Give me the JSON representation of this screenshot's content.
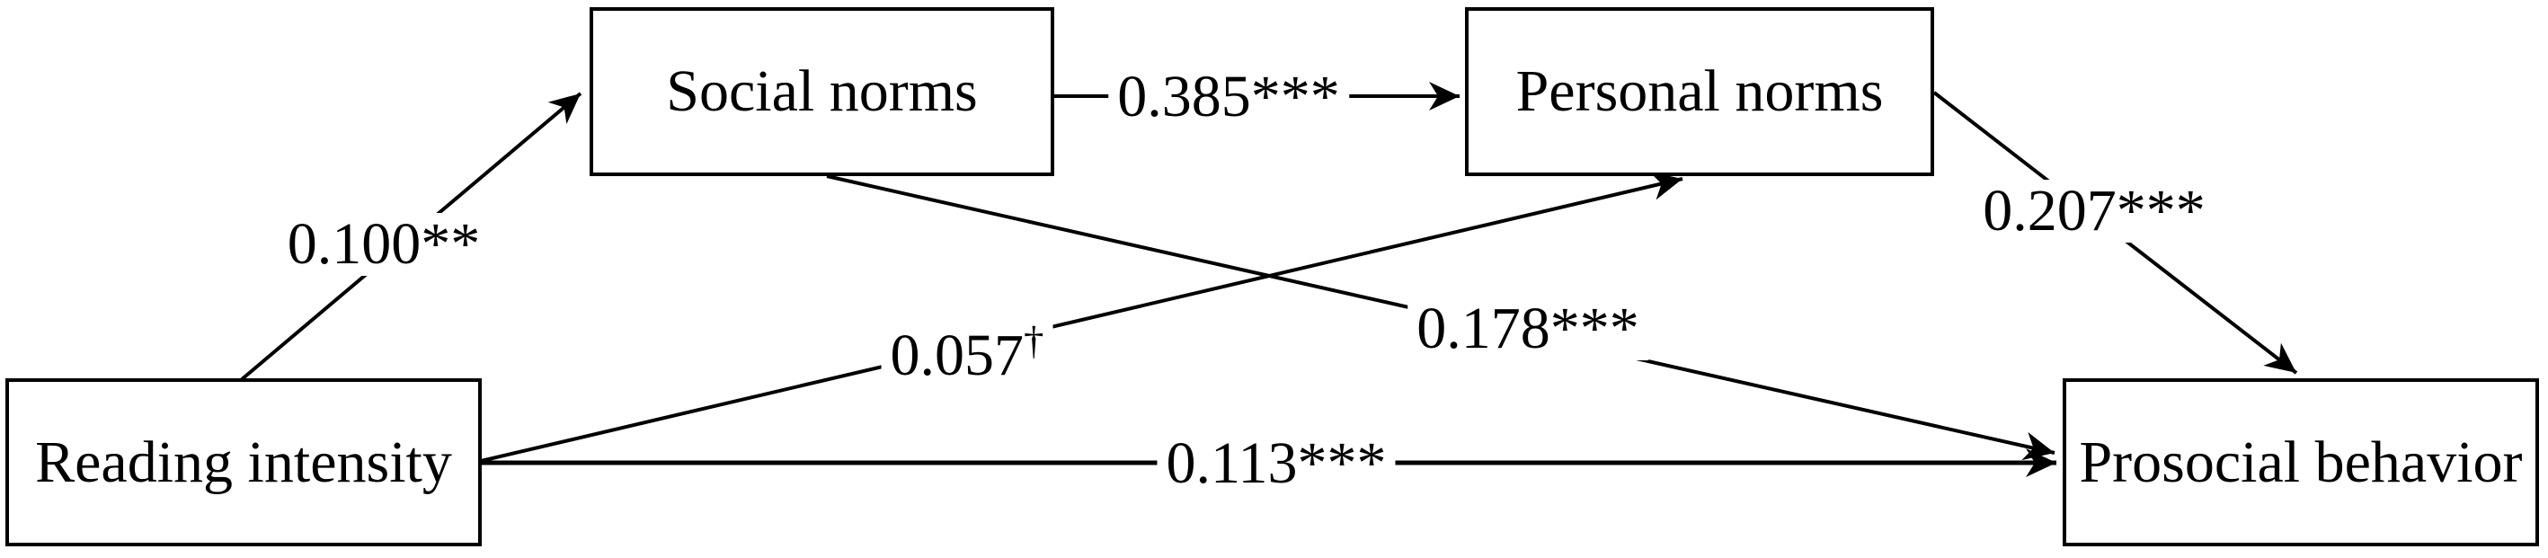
{
  "diagram": {
    "type": "path-model",
    "background_color": "#ffffff",
    "line_color": "#000000",
    "text_color": "#000000",
    "nodes": [
      {
        "id": "reading_intensity",
        "label": "Reading intensity"
      },
      {
        "id": "social_norms",
        "label": "Social norms"
      },
      {
        "id": "personal_norms",
        "label": "Personal norms"
      },
      {
        "id": "prosocial_behavior",
        "label": "Prosocial behavior"
      }
    ],
    "edges": [
      {
        "from": "Reading intensity",
        "to": "Social norms",
        "value": "0.100",
        "marker": "**",
        "label": "0.100**"
      },
      {
        "from": "Social norms",
        "to": "Personal norms",
        "value": "0.385",
        "marker": "***",
        "label": "0.385***"
      },
      {
        "from": "Reading intensity",
        "to": "Personal norms",
        "value": "0.057",
        "marker": "†",
        "label": "0.057†"
      },
      {
        "from": "Social norms",
        "to": "Prosocial behavior",
        "value": "0.178",
        "marker": "***",
        "label": "0.178***"
      },
      {
        "from": "Personal norms",
        "to": "Prosocial behavior",
        "value": "0.207",
        "marker": "***",
        "label": "0.207***"
      },
      {
        "from": "Reading intensity",
        "to": "Prosocial behavior",
        "value": "0.113",
        "marker": "***",
        "label": "0.113***"
      }
    ]
  }
}
